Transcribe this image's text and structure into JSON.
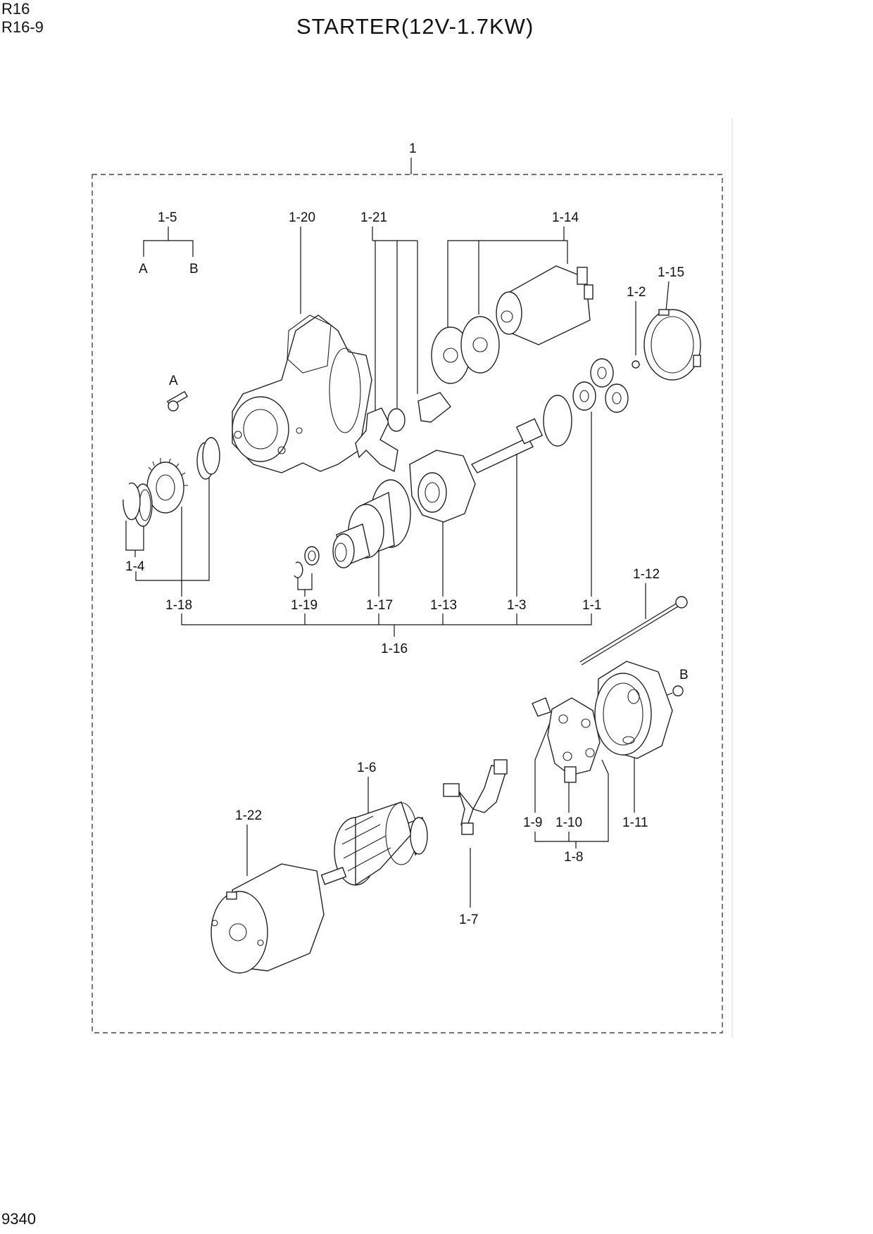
{
  "header": {
    "model": "R16",
    "submodel": "R16-9",
    "title": "STARTER(12V-1.7KW)"
  },
  "footer": {
    "page_code": "9340"
  },
  "labels": {
    "assembly": "1",
    "p1_5": "1-5",
    "p1_5_A": "A",
    "p1_5_B": "B",
    "p1_20": "1-20",
    "p1_21": "1-21",
    "p1_14": "1-14",
    "p1_15": "1-15",
    "p1_2": "1-2",
    "bolt_A": "A",
    "p1_4": "1-4",
    "p1_18": "1-18",
    "p1_19": "1-19",
    "p1_17": "1-17",
    "p1_13": "1-13",
    "p1_3": "1-3",
    "p1_1": "1-1",
    "p1_16": "1-16",
    "p1_12": "1-12",
    "bolt_B": "B",
    "p1_6": "1-6",
    "p1_22": "1-22",
    "p1_7": "1-7",
    "p1_9": "1-9",
    "p1_10": "1-10",
    "p1_11": "1-11",
    "p1_8": "1-8"
  }
}
